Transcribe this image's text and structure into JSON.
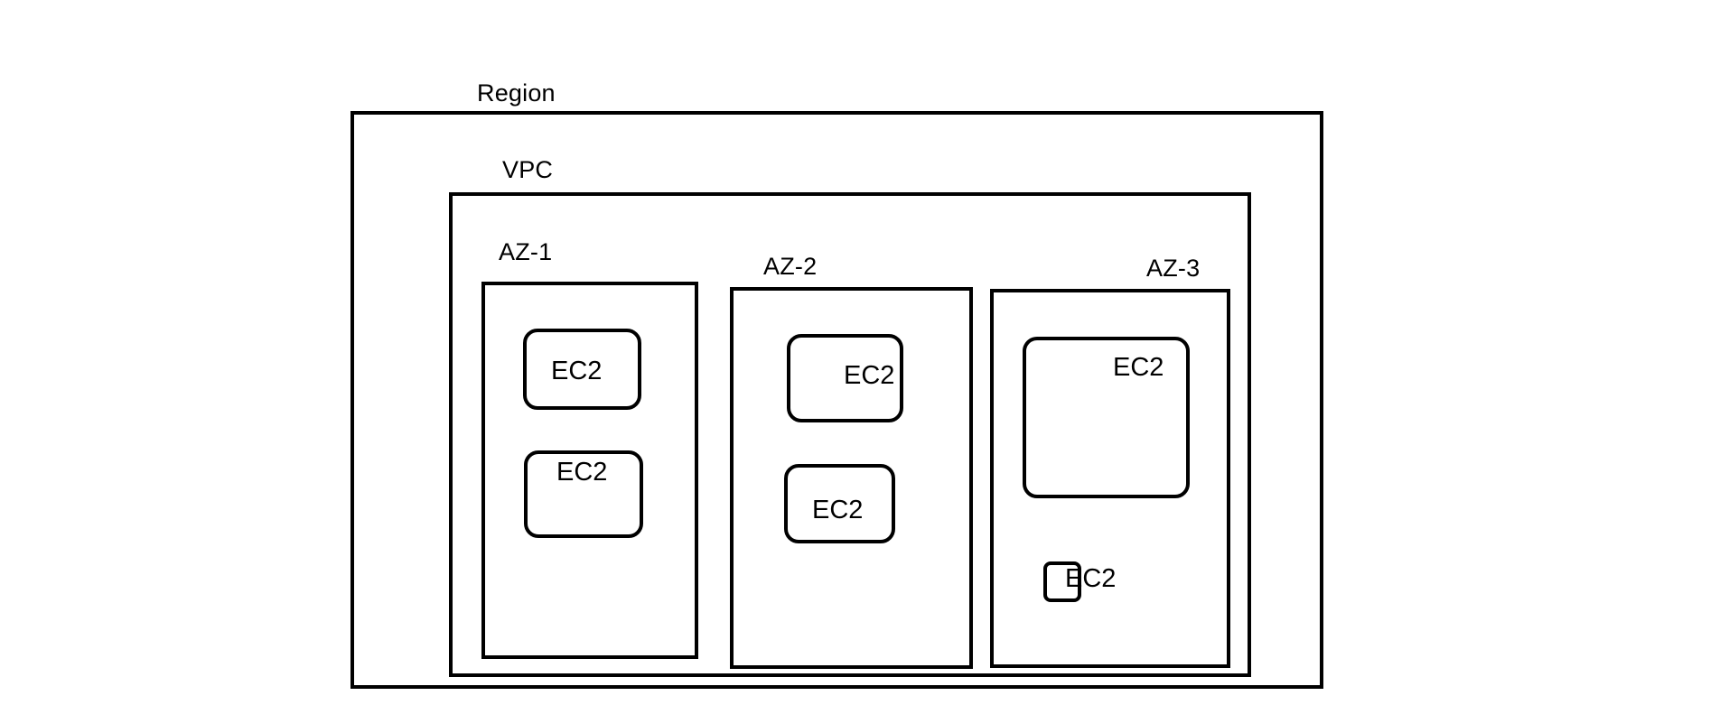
{
  "diagram": {
    "region": {
      "label": "Region"
    },
    "vpc": {
      "label": "VPC"
    },
    "zones": [
      {
        "label": "AZ-1",
        "instances": [
          {
            "label": "EC2"
          },
          {
            "label": "EC2"
          }
        ]
      },
      {
        "label": "AZ-2",
        "instances": [
          {
            "label": "EC2"
          },
          {
            "label": "EC2"
          }
        ]
      },
      {
        "label": "AZ-3",
        "instances": [
          {
            "label": "EC2"
          },
          {
            "label": "EC2"
          }
        ]
      }
    ]
  },
  "colors": {
    "stroke": "#000000",
    "background": "#ffffff"
  }
}
